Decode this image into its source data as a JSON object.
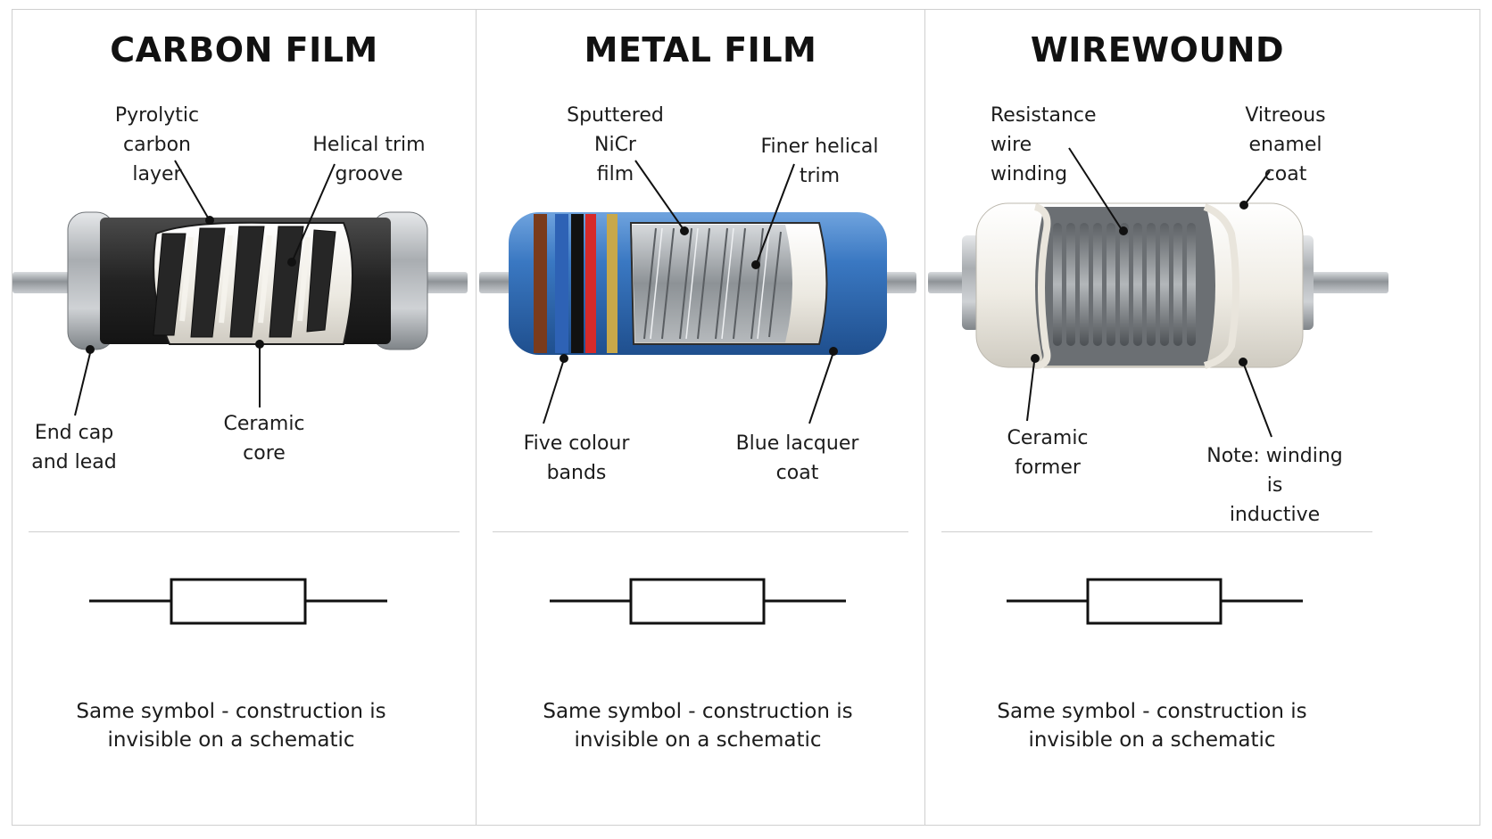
{
  "panels": [
    {
      "title": "CARBON FILM",
      "labels": {
        "top_left": "Pyrolytic carbon\nlayer",
        "top_right": "Helical trim groove",
        "bottom_left": "End cap\nand lead",
        "bottom_right": "Ceramic core"
      },
      "caption": "Same symbol - construction is\ninvisible on a schematic"
    },
    {
      "title": "METAL FILM",
      "labels": {
        "top_left": "Sputtered NiCr\nfilm",
        "top_right": "Finer helical trim",
        "bottom_left": "Five colour bands",
        "bottom_right": "Blue lacquer coat"
      },
      "caption": "Same symbol - construction is\ninvisible on a schematic"
    },
    {
      "title": "WIREWOUND",
      "labels": {
        "top_left": "Resistance wire\nwinding",
        "top_right": "Vitreous enamel\ncoat",
        "bottom_left": "Ceramic former",
        "bottom_right": "Note: winding is\ninductive"
      },
      "caption": "Same symbol - construction is\ninvisible on a schematic"
    }
  ],
  "colors": {
    "carbon_coat": "#2b2b2b",
    "ceramic": "#f1efe8",
    "metal_cap": "#b8bcbf",
    "metal_film_body": "#3a78c2",
    "enamel": "#f4f2ec",
    "wire": "#9a9ea2",
    "band_1": "#7a3b1c",
    "band_2": "#2e62b5",
    "band_3": "#111111",
    "band_4": "#d62a2a",
    "band_5": "#c8a84a"
  },
  "icons": [
    "resistor-schematic-symbol-icon",
    "carbon-film-resistor-cutaway",
    "metal-film-resistor-cutaway",
    "wirewound-resistor-cutaway"
  ]
}
